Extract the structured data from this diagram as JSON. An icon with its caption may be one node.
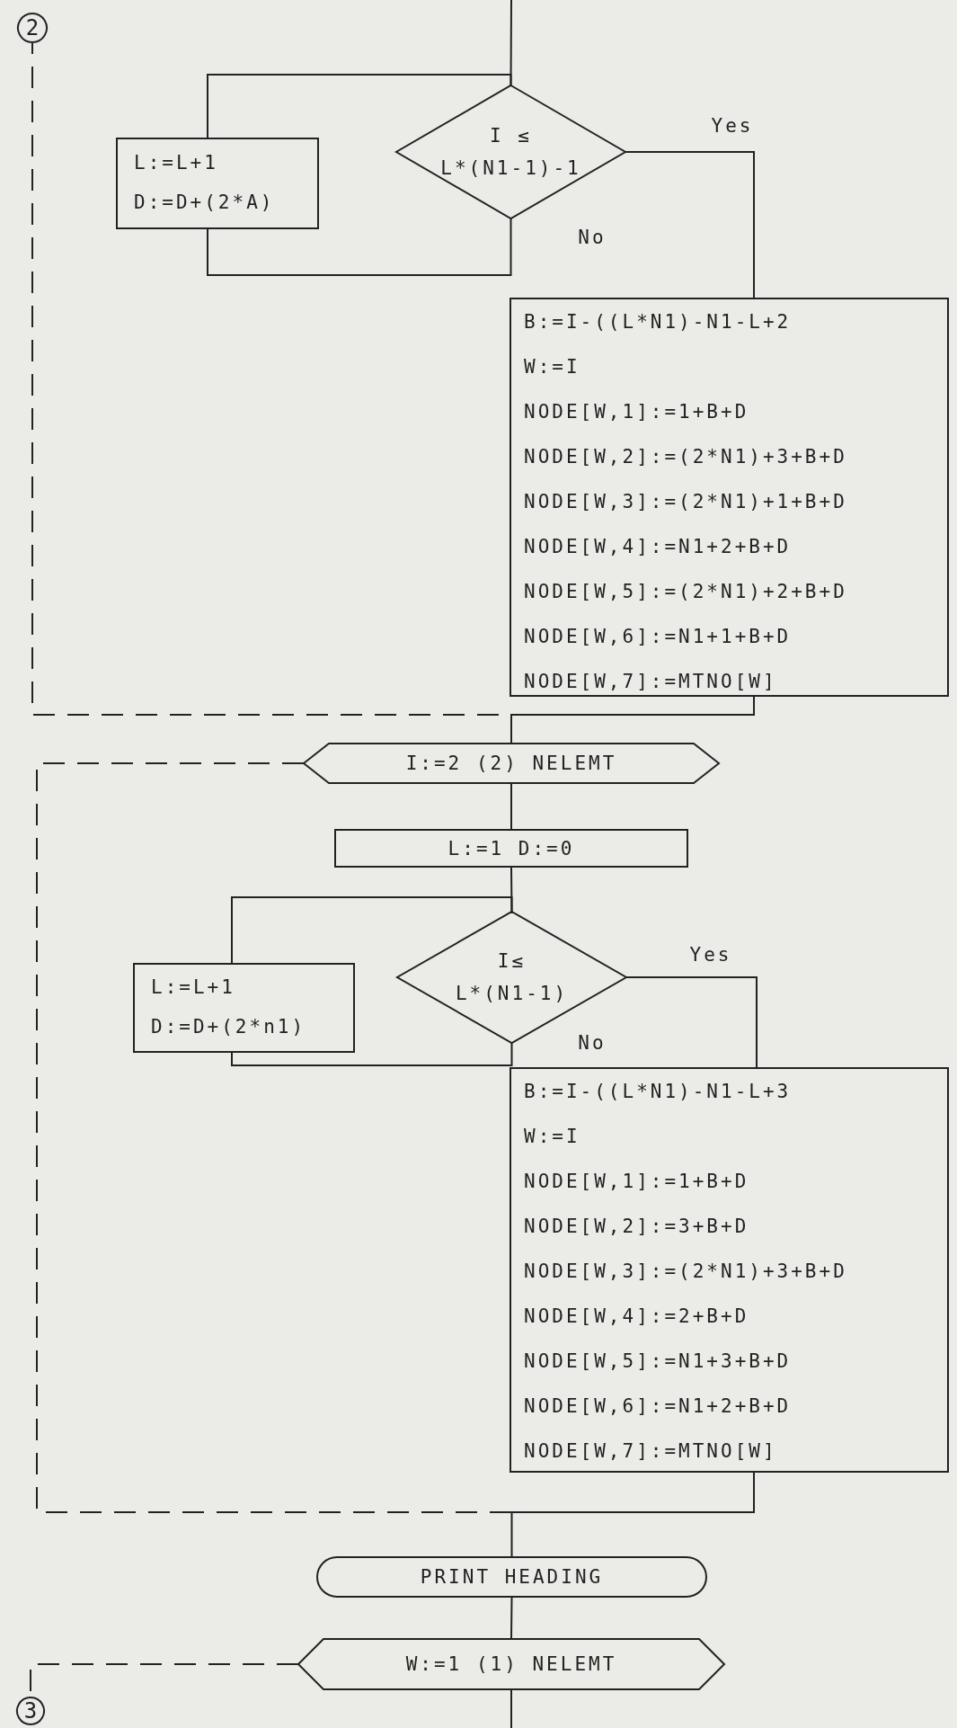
{
  "diagram": {
    "nodes": [
      {
        "text": [
          "2"
        ]
      },
      {
        "text": [
          "I ≤ L*(N1-1)-1"
        ]
      },
      {
        "text": [
          "L:=L+1",
          "D:=D+(2*A)"
        ]
      },
      {
        "text": [
          "B:=I-((L*N1)-N1-L+2",
          "W:=I",
          "NODE[W,1]:=1+B+D",
          "NODE[W,2]:=(2*N1)+3+B+D",
          "NODE[W,3]:=(2*N1)+1+B+D",
          "NODE[W,4]:=N1+2+B+D",
          "NODE[W,5]:=(2*N1)+2+B+D",
          "NODE[W,6]:=N1+1+B+D",
          "NODE[W,7]:=MTNO[W]"
        ]
      },
      {
        "text": [
          "I:=2 (2) NELEMT"
        ]
      },
      {
        "text": [
          "L:=1 D:=0"
        ]
      },
      {
        "text": [
          "I≤ L*(N1-1)"
        ]
      },
      {
        "text": [
          "L:=L+1",
          "D:=D+(2*n1)"
        ]
      },
      {
        "text": [
          "B:=I-((L*N1)-N1-L+3",
          "W:=I",
          "NODE[W,1]:=1+B+D",
          "NODE[W,2]:=3+B+D",
          "NODE[W,3]:=(2*N1)+3+B+D",
          "NODE[W,4]:=2+B+D",
          "NODE[W,5]:=N1+3+B+D",
          "NODE[W,6]:=N1+2+B+D",
          "NODE[W,7]:=MTNO[W]"
        ]
      },
      {
        "text": [
          "PRINT HEADING"
        ]
      },
      {
        "text": [
          "W:=1 (1) NELEMT"
        ]
      },
      {
        "text": [
          "3"
        ]
      }
    ],
    "edges": [
      {
        "from": null,
        "to": 1,
        "arrow": "none"
      },
      {
        "from": 1,
        "to": 3,
        "arrow": "none",
        "label": "Yes"
      },
      {
        "from": 1,
        "to": 2,
        "arrow": "none",
        "label": "No"
      },
      {
        "from": 2,
        "to": 1,
        "arrow": "none"
      },
      {
        "from": 3,
        "to": 4,
        "arrow": "none"
      },
      {
        "from": 3,
        "to": 0,
        "arrow": "none",
        "style": "dashed"
      },
      {
        "from": 4,
        "to": 5,
        "arrow": "none"
      },
      {
        "from": 5,
        "to": 6,
        "arrow": "none"
      },
      {
        "from": 6,
        "to": 8,
        "arrow": "none",
        "label": "Yes"
      },
      {
        "from": 6,
        "to": 7,
        "arrow": "none",
        "label": "No"
      },
      {
        "from": 7,
        "to": 6,
        "arrow": "none"
      },
      {
        "from": 8,
        "to": 9,
        "arrow": "none"
      },
      {
        "from": 4,
        "to": 8,
        "arrow": "none",
        "style": "dashed"
      },
      {
        "from": 9,
        "to": 10,
        "arrow": "none"
      },
      {
        "from": 10,
        "to": null,
        "arrow": "none"
      },
      {
        "from": 10,
        "to": 11,
        "arrow": "none",
        "style": "dashed"
      }
    ]
  }
}
